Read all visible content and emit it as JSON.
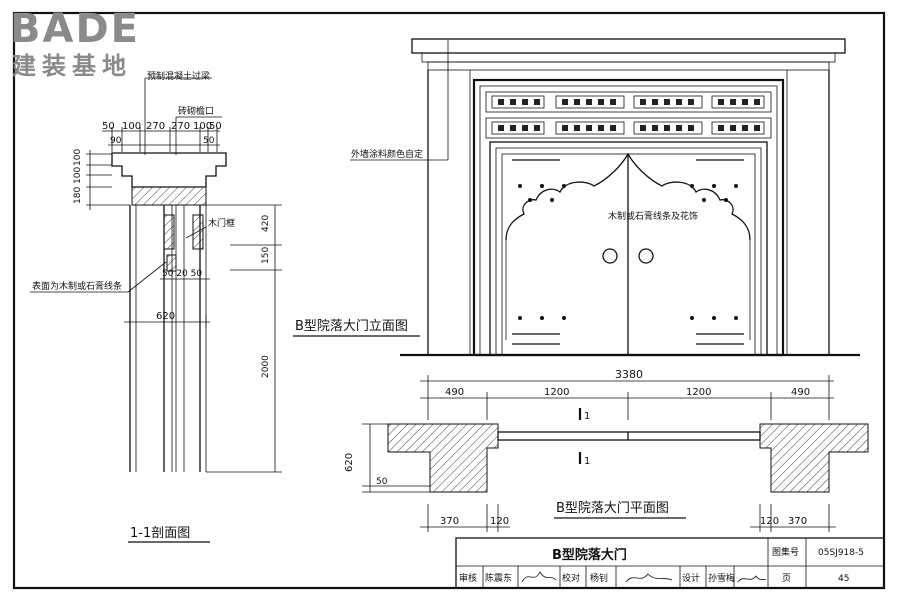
{
  "logo": {
    "brand": "BADE",
    "subtitle": "建装基地"
  },
  "section": {
    "labels": {
      "lintel": "预制混凝土过梁",
      "eave": "砖砌檐口",
      "door_frame": "木门框",
      "surface_note": "表面为木制或石膏线条"
    },
    "dims_top": [
      "50",
      "100",
      "270",
      "270",
      "100",
      "50"
    ],
    "dims_top_sub": [
      "90",
      "50"
    ],
    "dims_left": [
      "100",
      "100",
      "180"
    ],
    "dims_right": [
      "420",
      "150",
      "2000"
    ],
    "dim_frame": "50 20 50",
    "dim_width": "620",
    "title": "1-1剖面图"
  },
  "elevation": {
    "wall_note": "外墙涂料颜色自定",
    "ornament_note": "木制或石膏线条及花饰",
    "title": "B型院落大门立面图"
  },
  "plan": {
    "dim_total": "3380",
    "dims_top": [
      "490",
      "1200",
      "1200",
      "490"
    ],
    "dim_depth": "620",
    "dim_step": "50",
    "dims_bottom_left": [
      "370",
      "120"
    ],
    "dims_bottom_right": [
      "120",
      "370"
    ],
    "cut_mark": "1",
    "title": "B型院落大门平面图"
  },
  "title_block": {
    "title": "B型院落大门",
    "atlas_label": "图集号",
    "atlas_value": "05SJ918-5",
    "review_label": "审核",
    "review_name": "陈震东",
    "check_label": "校对",
    "check_name": "杨钊",
    "design_label": "设计",
    "design_name": "孙雪梅",
    "page_label": "页",
    "page_value": "45"
  }
}
